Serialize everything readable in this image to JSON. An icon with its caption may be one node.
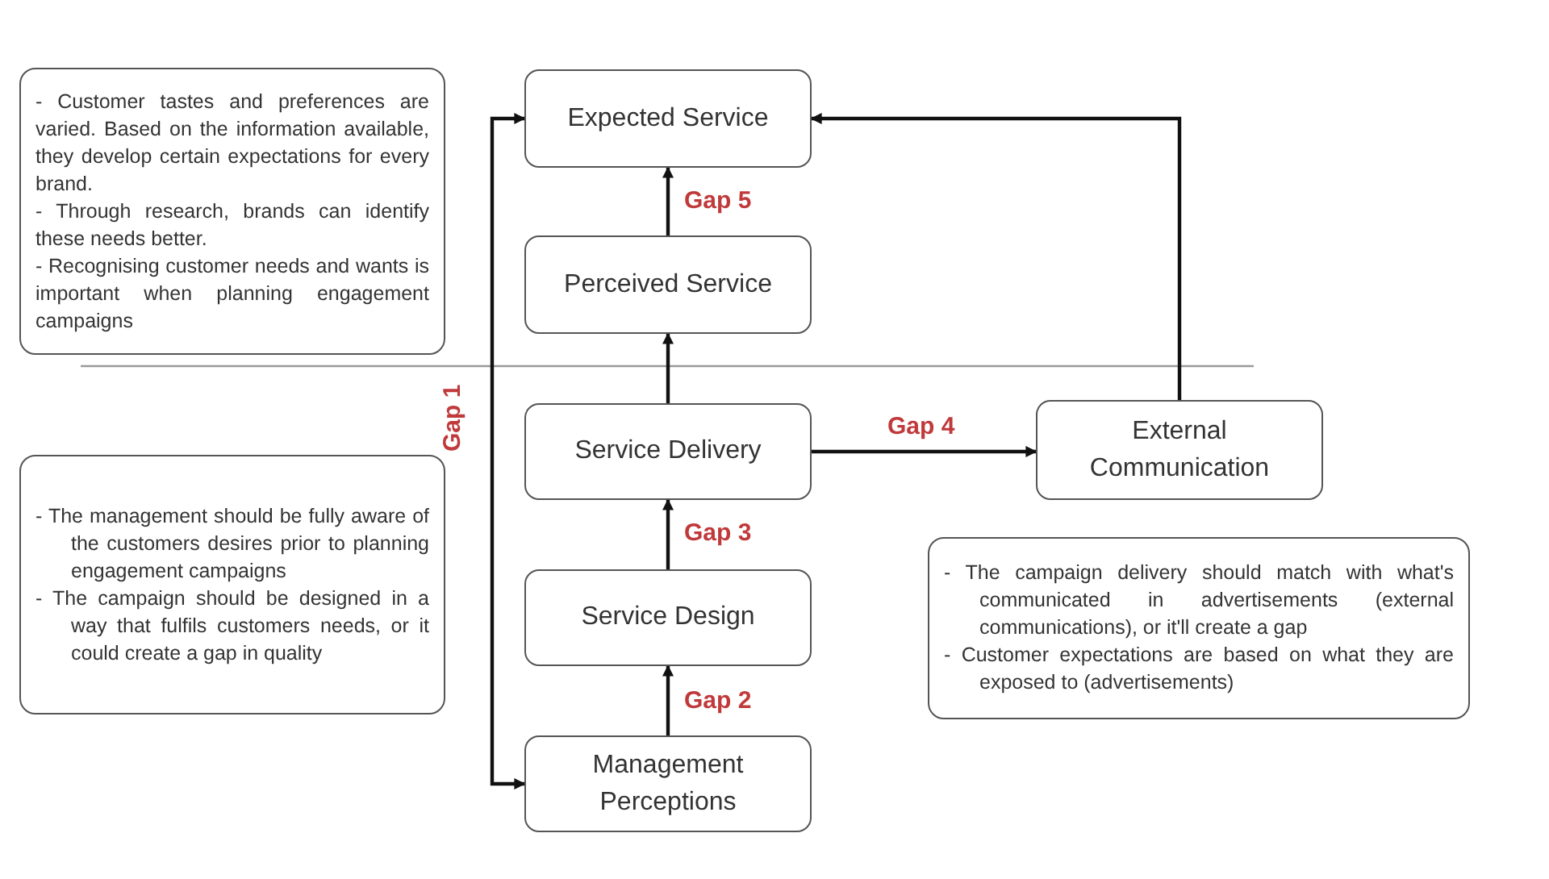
{
  "diagram": {
    "nodes": [
      {
        "text": [
          "- Customer tastes and preferences are varied. Based on the information available, they develop certain expectations for every brand.",
          "- Through research, brands can identify these needs better.",
          "- Recognising customer needs and wants is important when planning engagement campaigns"
        ]
      },
      {
        "text": [
          "Expected Service"
        ]
      },
      {
        "text": [
          "Perceived Service"
        ]
      },
      {
        "text": [
          "Service Delivery"
        ]
      },
      {
        "text": [
          "External Communication"
        ]
      },
      {
        "text": [
          "Service Design"
        ]
      },
      {
        "text": [
          "Management Perceptions"
        ]
      },
      {
        "text": [
          "- The management should be fully aware of the customers desires prior to planning engagement campaigns",
          "- The campaign should be designed in a way that fulfils customers needs, or it could create a gap in quality"
        ]
      },
      {
        "text": [
          "- The campaign delivery should match with what's communicated in advertisements (external communications), or it'll create a gap",
          "- Customer expectations are based on what they are exposed to (advertisements)"
        ]
      }
    ],
    "edges": [
      {
        "from": 2,
        "to": 1,
        "arrow": "to",
        "label": "Gap 5"
      },
      {
        "from": 3,
        "to": 2,
        "arrow": "to"
      },
      {
        "from": 3,
        "to": 4,
        "arrow": "to",
        "label": "Gap 4"
      },
      {
        "from": 4,
        "to": 1,
        "arrow": "to"
      },
      {
        "from": 5,
        "to": 3,
        "arrow": "to",
        "label": "Gap 3"
      },
      {
        "from": 6,
        "to": 5,
        "arrow": "to",
        "label": "Gap 2"
      },
      {
        "from": 1,
        "to": 6,
        "arrow": "both",
        "label": "Gap 1"
      }
    ]
  }
}
